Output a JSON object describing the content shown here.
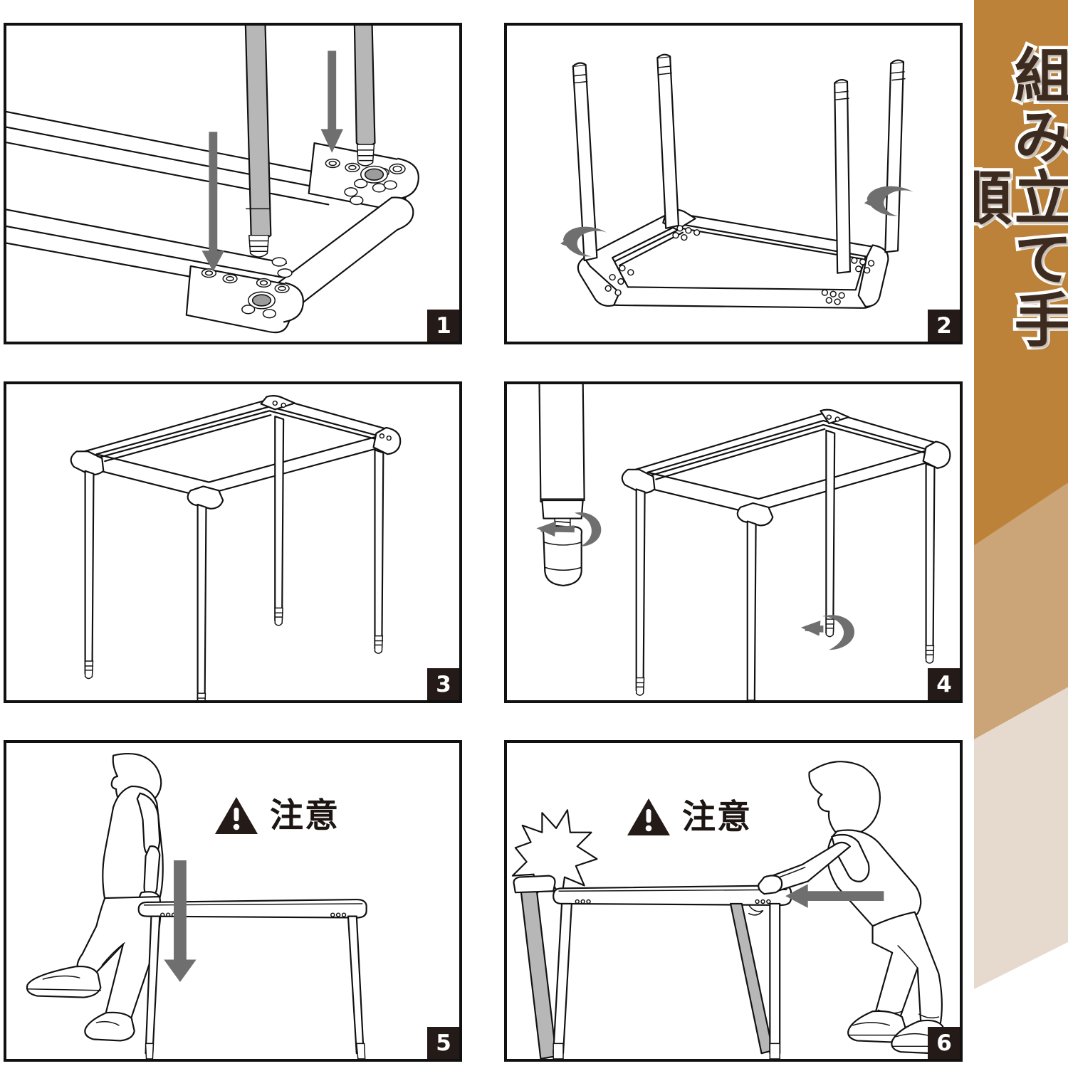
{
  "banner": {
    "title": "組み立て手順",
    "colors": {
      "band_dark": "#bd8239",
      "band_mid": "#cba477",
      "band_light": "#e6dace",
      "title_fill": "#3d2b20",
      "title_outline": "#ffffff"
    }
  },
  "sheet": {
    "background": "#ffffff",
    "panel_border_color": "#111111",
    "badge_background": "#241a18",
    "badge_text_color": "#ffffff"
  },
  "panels": [
    {
      "number": "1",
      "name": "attach-legs-to-frame",
      "description": "Insert the table legs down into the frame corner sockets",
      "has_caution": false,
      "arrows": [
        "down",
        "down"
      ]
    },
    {
      "number": "2",
      "name": "tighten-legs-upside-down",
      "description": "Frame upside down with four legs fitted, rotate legs to tighten",
      "has_caution": false,
      "arrows": [
        "rotate-left",
        "rotate-left"
      ]
    },
    {
      "number": "3",
      "name": "stand-table-upright",
      "description": "Turn the assembled frame upright onto its legs",
      "has_caution": false,
      "arrows": []
    },
    {
      "number": "4",
      "name": "adjust-leveling-feet",
      "description": "Screw the adjustable leveling feet onto the leg ends",
      "has_caution": false,
      "arrows": [
        "rotate-left",
        "rotate-left",
        "rotate-left"
      ]
    },
    {
      "number": "5",
      "name": "caution-do-not-lean",
      "description": "Do not lean or press down on the table edge",
      "has_caution": true,
      "caution_label": "注意",
      "arrows": [
        "down"
      ]
    },
    {
      "number": "6",
      "name": "caution-do-not-push",
      "description": "Do not push the table sideways; legs may catch and the table may topple",
      "has_caution": true,
      "caution_label": "注意",
      "arrows": [
        "left"
      ]
    }
  ]
}
